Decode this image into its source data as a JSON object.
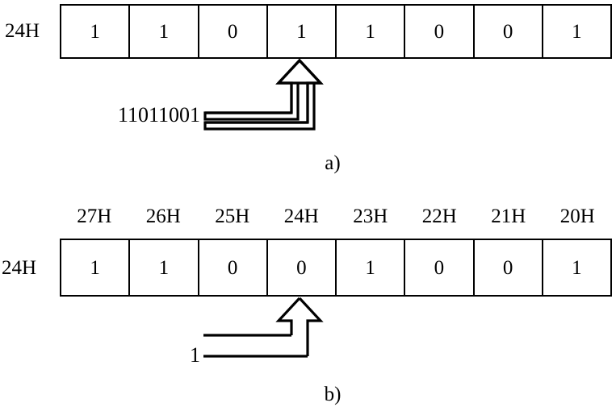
{
  "figure": {
    "background_color": "#ffffff",
    "line_color": "#000000"
  },
  "panels": [
    {
      "id": "panel-a",
      "caption": "a)",
      "row_label": "24H",
      "has_address_header": false,
      "address_labels": [],
      "bits": [
        "1",
        "1",
        "0",
        "1",
        "1",
        "0",
        "0",
        "1"
      ],
      "source_label": "11011001",
      "arrow_target_cell_index": 3,
      "arrow_direction": "up"
    },
    {
      "id": "panel-b",
      "caption": "b)",
      "row_label": "24H",
      "has_address_header": true,
      "address_labels": [
        "27H",
        "26H",
        "25H",
        "24H",
        "23H",
        "22H",
        "21H",
        "20H"
      ],
      "bits": [
        "1",
        "1",
        "0",
        "0",
        "1",
        "0",
        "0",
        "1"
      ],
      "source_label": "1",
      "arrow_target_cell_index": 3,
      "arrow_direction": "up"
    }
  ]
}
